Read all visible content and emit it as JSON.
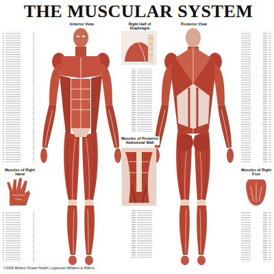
{
  "diagram": {
    "title": "THE MUSCULAR SYSTEM",
    "caption": "©2009 Wolters Kluwer Health | Lippincott Williams & Wilkins",
    "labels": [
      "Anterior View",
      "Right Half of Diaphragm",
      "Posterior View",
      "Muscles of Posterior Abdominal Wall",
      "Muscles of Right Hand",
      "Muscles of Right Foot"
    ]
  }
}
